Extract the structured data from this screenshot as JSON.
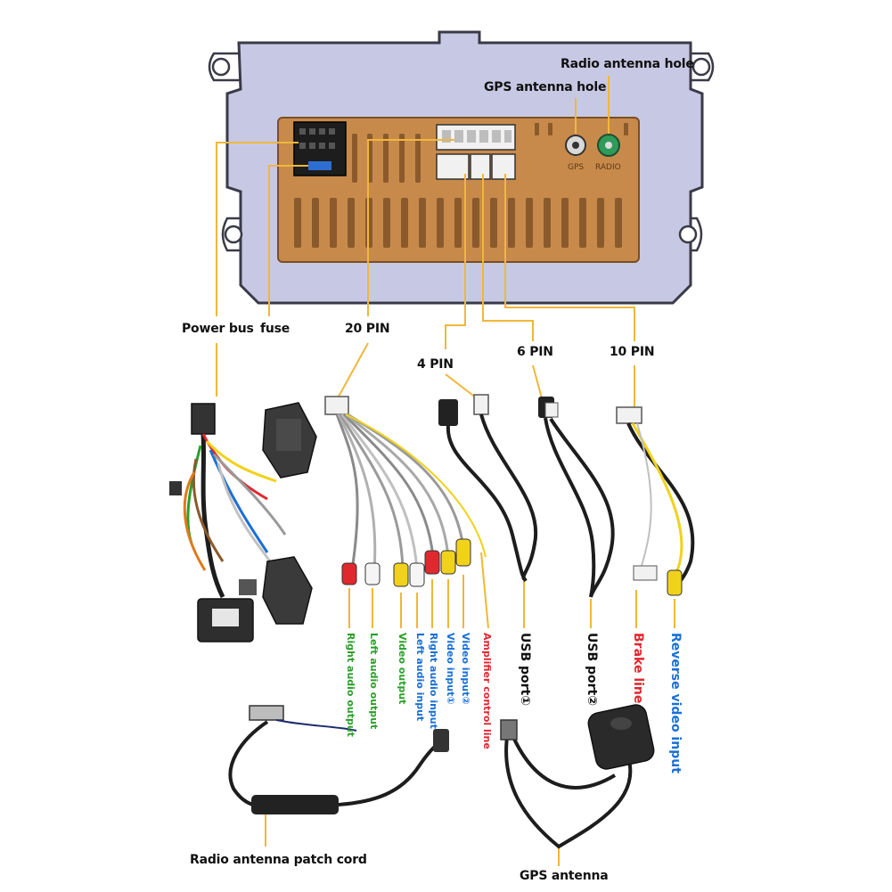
{
  "labels": {
    "radio_antenna_hole": "Radio antenna hole",
    "gps_antenna_hole": "GPS antenna hole",
    "gps_port_text": "GPS",
    "radio_port_text": "RADIO",
    "power_bus": "Power bus",
    "fuse": "fuse",
    "pin20": "20 PIN",
    "pin4": "4 PIN",
    "pin6": "6 PIN",
    "pin10": "10 PIN",
    "right_audio_output": "Right audio output",
    "left_audio_output": "Left audio output",
    "video_output": "Video output",
    "right_audio_input": "Right audio input",
    "left_audio_input": "Left audio input",
    "video_input_1": "Video input①",
    "video_input_2": "Video input②",
    "amplifier_control_line": "Amplifier control line",
    "usb_port_1": "USB port①",
    "usb_port_2": "USB port②",
    "brake_line": "Brake line",
    "reverse_video_input": "Reverse video input",
    "radio_antenna_patch_cord": "Radio antenna patch cord",
    "gps_antenna": "GPS antenna"
  },
  "colors": {
    "leader_line": "#f0b73a",
    "housing": "#c7c9e4",
    "connector_panel": "#c88a4b",
    "green_text": "#2aa02a",
    "blue_text": "#1a6fd6",
    "red_text": "#e0282f",
    "black_text": "#111111"
  }
}
